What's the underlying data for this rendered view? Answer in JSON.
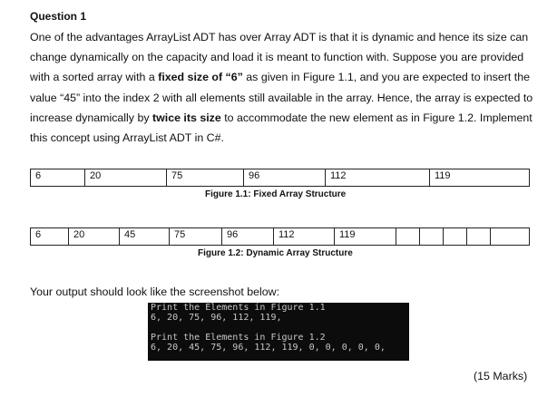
{
  "question": {
    "title": "Question 1",
    "p1": "One of the advantages ArrayList ADT has over Array ADT is that it is dynamic and hence its size can change dynamically on the capacity and load it is meant to function with. Suppose you are provided with a sorted array with a ",
    "p1_bold": "fixed size of “6”",
    "p2": " as given in Figure 1.1, and you are expected to insert the value “45” into the index 2 with all elements still available in the array. Hence, the array is expected to increase dynamically by ",
    "p2_bold": "twice its size",
    "p3": " to accommodate the new element as in Figure 1.2. Implement this concept using ArrayList ADT in C#."
  },
  "figure1": {
    "cells": [
      "6",
      "20",
      "75",
      "96",
      "112",
      "119"
    ],
    "caption": "Figure 1.1: Fixed Array Structure"
  },
  "figure2": {
    "cells": [
      "6",
      "20",
      "45",
      "75",
      "96",
      "112",
      "119",
      "",
      "",
      "",
      "",
      ""
    ],
    "caption": "Figure 1.2: Dynamic Array Structure"
  },
  "output": {
    "label": "Your output should look like the screenshot below:",
    "line1": "Print the Elements in Figure 1.1",
    "line2": "6, 20, 75, 96, 112, 119,",
    "line3": "Print the Elements in Figure 1.2",
    "line4": "6, 20, 45, 75, 96, 112, 119, 0, 0, 0, 0, 0,"
  },
  "marks": "(15 Marks)"
}
